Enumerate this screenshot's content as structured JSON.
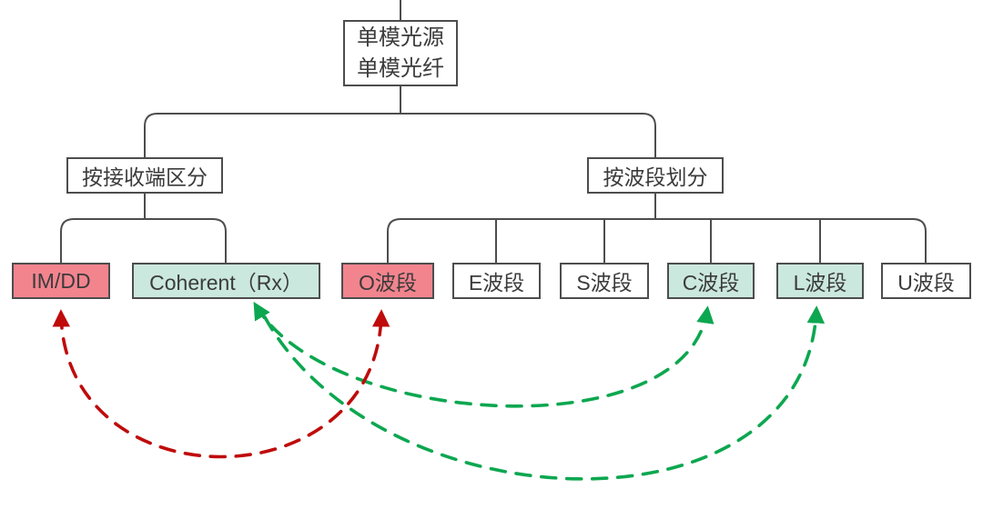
{
  "root": {
    "line1": "单模光源",
    "line2": "单模光纤"
  },
  "branches": {
    "receiver": {
      "label": "按接收端区分"
    },
    "band": {
      "label": "按波段划分"
    }
  },
  "leaves": [
    {
      "label": "IM/DD",
      "variant": "pink"
    },
    {
      "label": "Coherent（Rx）",
      "variant": "teal"
    },
    {
      "label": "O波段",
      "variant": "pink"
    },
    {
      "label": "E波段",
      "variant": "white"
    },
    {
      "label": "S波段",
      "variant": "white"
    },
    {
      "label": "C波段",
      "variant": "teal"
    },
    {
      "label": "L波段",
      "variant": "teal"
    },
    {
      "label": "U波段",
      "variant": "white"
    }
  ],
  "arrows": [
    {
      "from": "O波段",
      "to": "IM/DD",
      "color": "#BF0B0B",
      "style": "dashed",
      "double_headed": true
    },
    {
      "from": "C波段",
      "to": "Coherent（Rx）",
      "color": "#0CA750",
      "style": "dashed",
      "double_headed": true
    },
    {
      "from": "L波段",
      "to": "Coherent（Rx）",
      "color": "#0CA750",
      "style": "dashed",
      "double_headed": true
    }
  ],
  "colors": {
    "highlight_pink": "#F2848E",
    "highlight_teal": "#CBE8DE",
    "box_border": "#4d4d4d",
    "connector": "#4d4d4d",
    "red_arrow": "#BF0B0B",
    "green_arrow": "#0CA750",
    "text": "#3b3b3b"
  }
}
